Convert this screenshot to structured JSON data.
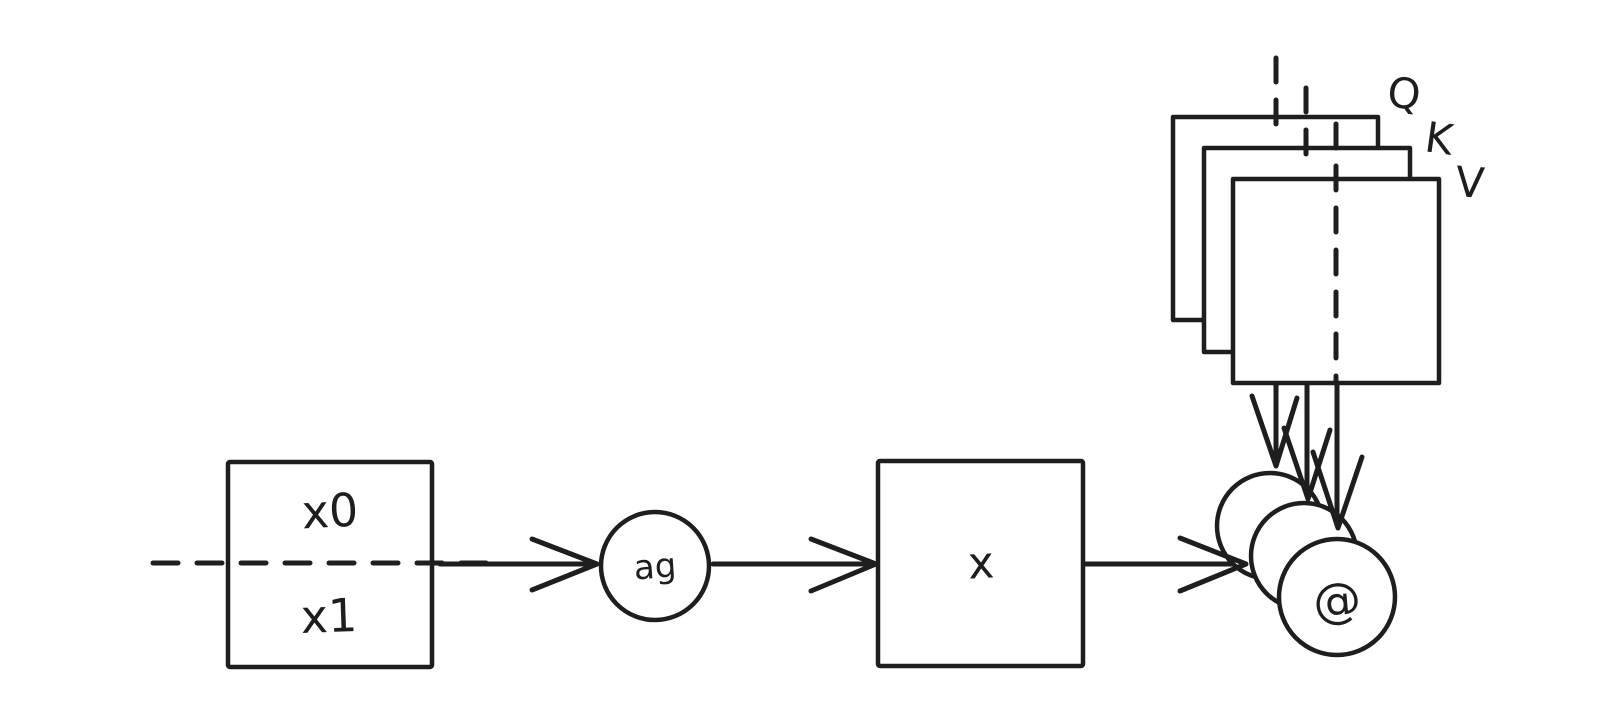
{
  "canvas": {
    "background": "#ffffff",
    "ink_color": "#1e1e1e"
  },
  "diagram": {
    "input_block": {
      "top_label": "x0",
      "bottom_label": "x1"
    },
    "aggregator_node": {
      "label": "ag"
    },
    "multiply_block": {
      "label": "x"
    },
    "qkv_stack": {
      "sheets": [
        {
          "label": "Q"
        },
        {
          "label": "K"
        },
        {
          "label": "V"
        }
      ]
    },
    "attention_node": {
      "label": "@"
    }
  }
}
